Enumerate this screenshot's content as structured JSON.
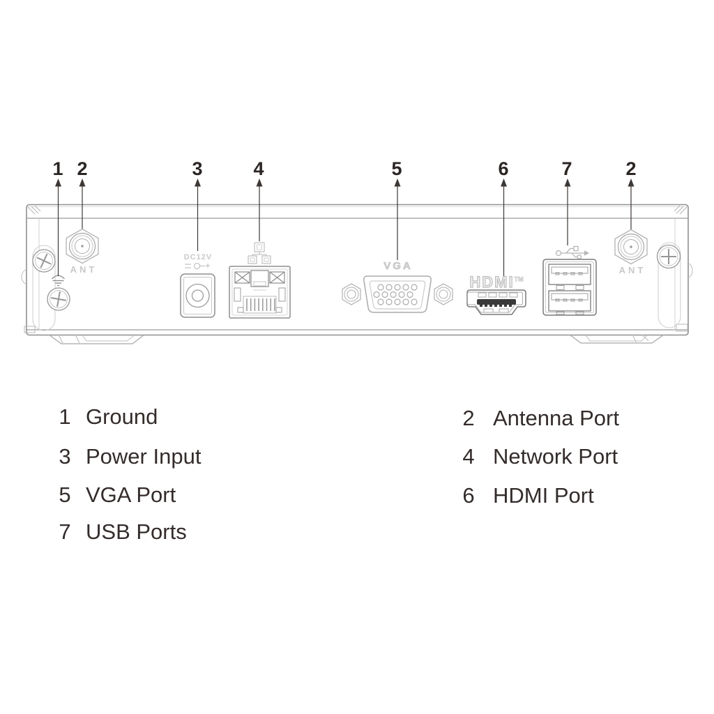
{
  "callouts": [
    "1",
    "2",
    "3",
    "4",
    "5",
    "6",
    "7",
    "2"
  ],
  "port_labels": {
    "ant_left": "ANT",
    "ant_right": "ANT",
    "power": "DC12V",
    "vga": "VGA",
    "hdmi": "HDMI",
    "hdmi_tm": "TM"
  },
  "legend": {
    "left": [
      {
        "num": "1",
        "label": "Ground"
      },
      {
        "num": "3",
        "label": "Power Input"
      },
      {
        "num": "5",
        "label": "VGA Port"
      },
      {
        "num": "7",
        "label": "USB Ports"
      }
    ],
    "right": [
      {
        "num": "2",
        "label": "Antenna Port"
      },
      {
        "num": "4",
        "label": "Network Port"
      },
      {
        "num": "6",
        "label": "HDMI Port"
      }
    ]
  }
}
